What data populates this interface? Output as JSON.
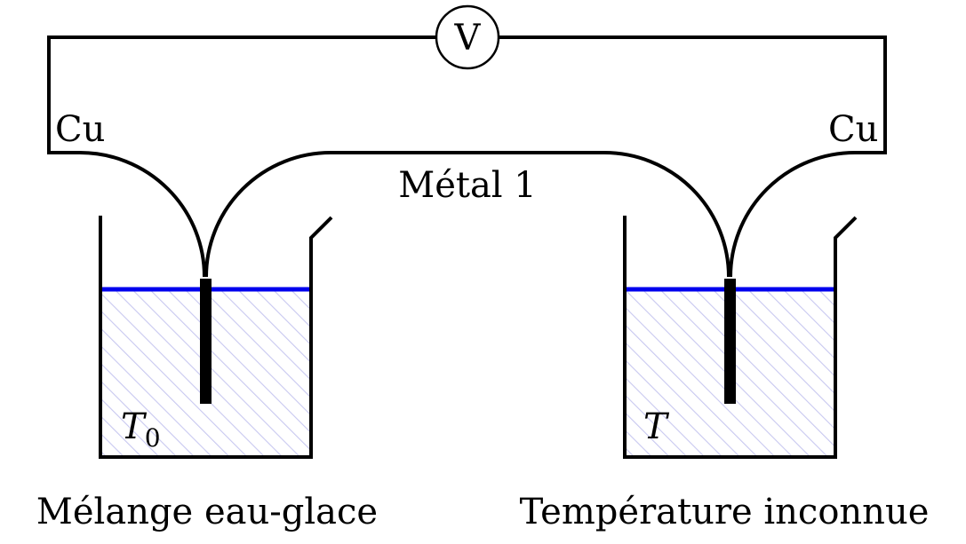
{
  "voltmeter": {
    "symbol": "V"
  },
  "wires": {
    "left_label": "Cu",
    "right_label": "Cu",
    "junction_label": "Métal 1"
  },
  "beakers": [
    {
      "temperature": "T",
      "subscript": "0",
      "caption": "Mélange eau-glace"
    },
    {
      "temperature": "T",
      "subscript": "",
      "caption": "Température inconnue"
    }
  ],
  "colors": {
    "liquid_surface": "#0000ee",
    "liquid_hatch": "#c8c8f0",
    "lines": "#000000"
  }
}
